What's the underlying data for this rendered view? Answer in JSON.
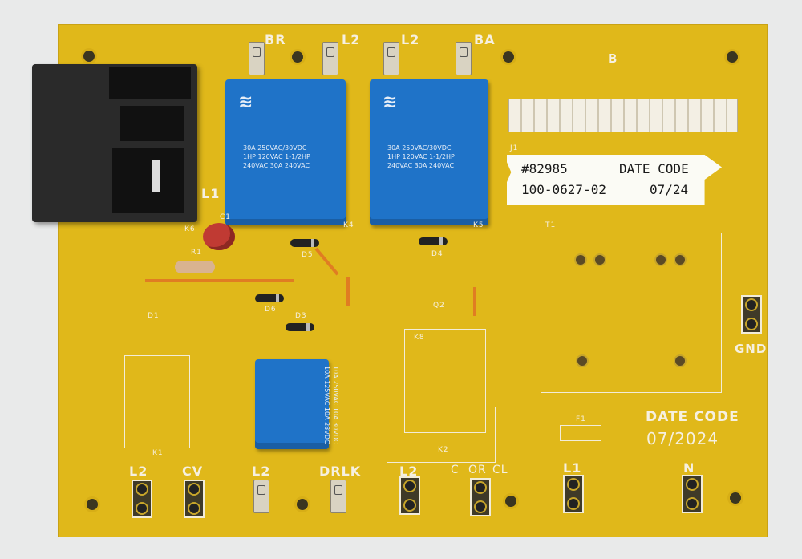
{
  "board": {
    "label_line1_left": "#82985",
    "label_line1_right": "DATE CODE",
    "label_line2_left": "100-0627-02",
    "label_line2_right": "07/24",
    "date_code_title": "DATE CODE",
    "date_code_value": "07/2024",
    "silk": {
      "br": "BR",
      "l2_top_a": "L2",
      "l2_top_b": "L2",
      "ba": "BA",
      "b": "B",
      "l1_top": "L1",
      "gnd": "GND",
      "l2_bottom_a": "L2",
      "cv": "CV",
      "l2_bottom_b": "L2",
      "drlk": "DRLK",
      "l2_bottom_c": "L2",
      "c": "C",
      "or": "OR",
      "cl": "CL",
      "l1_bottom": "L1",
      "n": "N",
      "k1": "K1",
      "k2": "K2",
      "k4": "K4",
      "k5": "K5",
      "k6": "K6",
      "k8": "K8",
      "d1": "D1",
      "d3": "D3",
      "d4": "D4",
      "d5": "D5",
      "d6": "D6",
      "q2": "Q2",
      "r1": "R1",
      "c1": "C1",
      "t1": "T1",
      "j1": "J1",
      "f1": "F1"
    },
    "relays": {
      "k4_text": "30A 250VAC/30VDC 1HP 120VAC 1-1/2HP 240VAC 30A 240VAC",
      "k5_text": "30A 250VAC/30VDC 1HP 120VAC 1-1/2HP 240VAC 30A 240VAC",
      "k_small_text": "10A 250VAC 10A 30VDC 10A 125VAC 10A 28VDC"
    },
    "colors": {
      "pcb": "#e0b81a",
      "relay_blue": "#1f73c8",
      "silk": "#f6f0e0",
      "trace": "#e07d22"
    }
  }
}
